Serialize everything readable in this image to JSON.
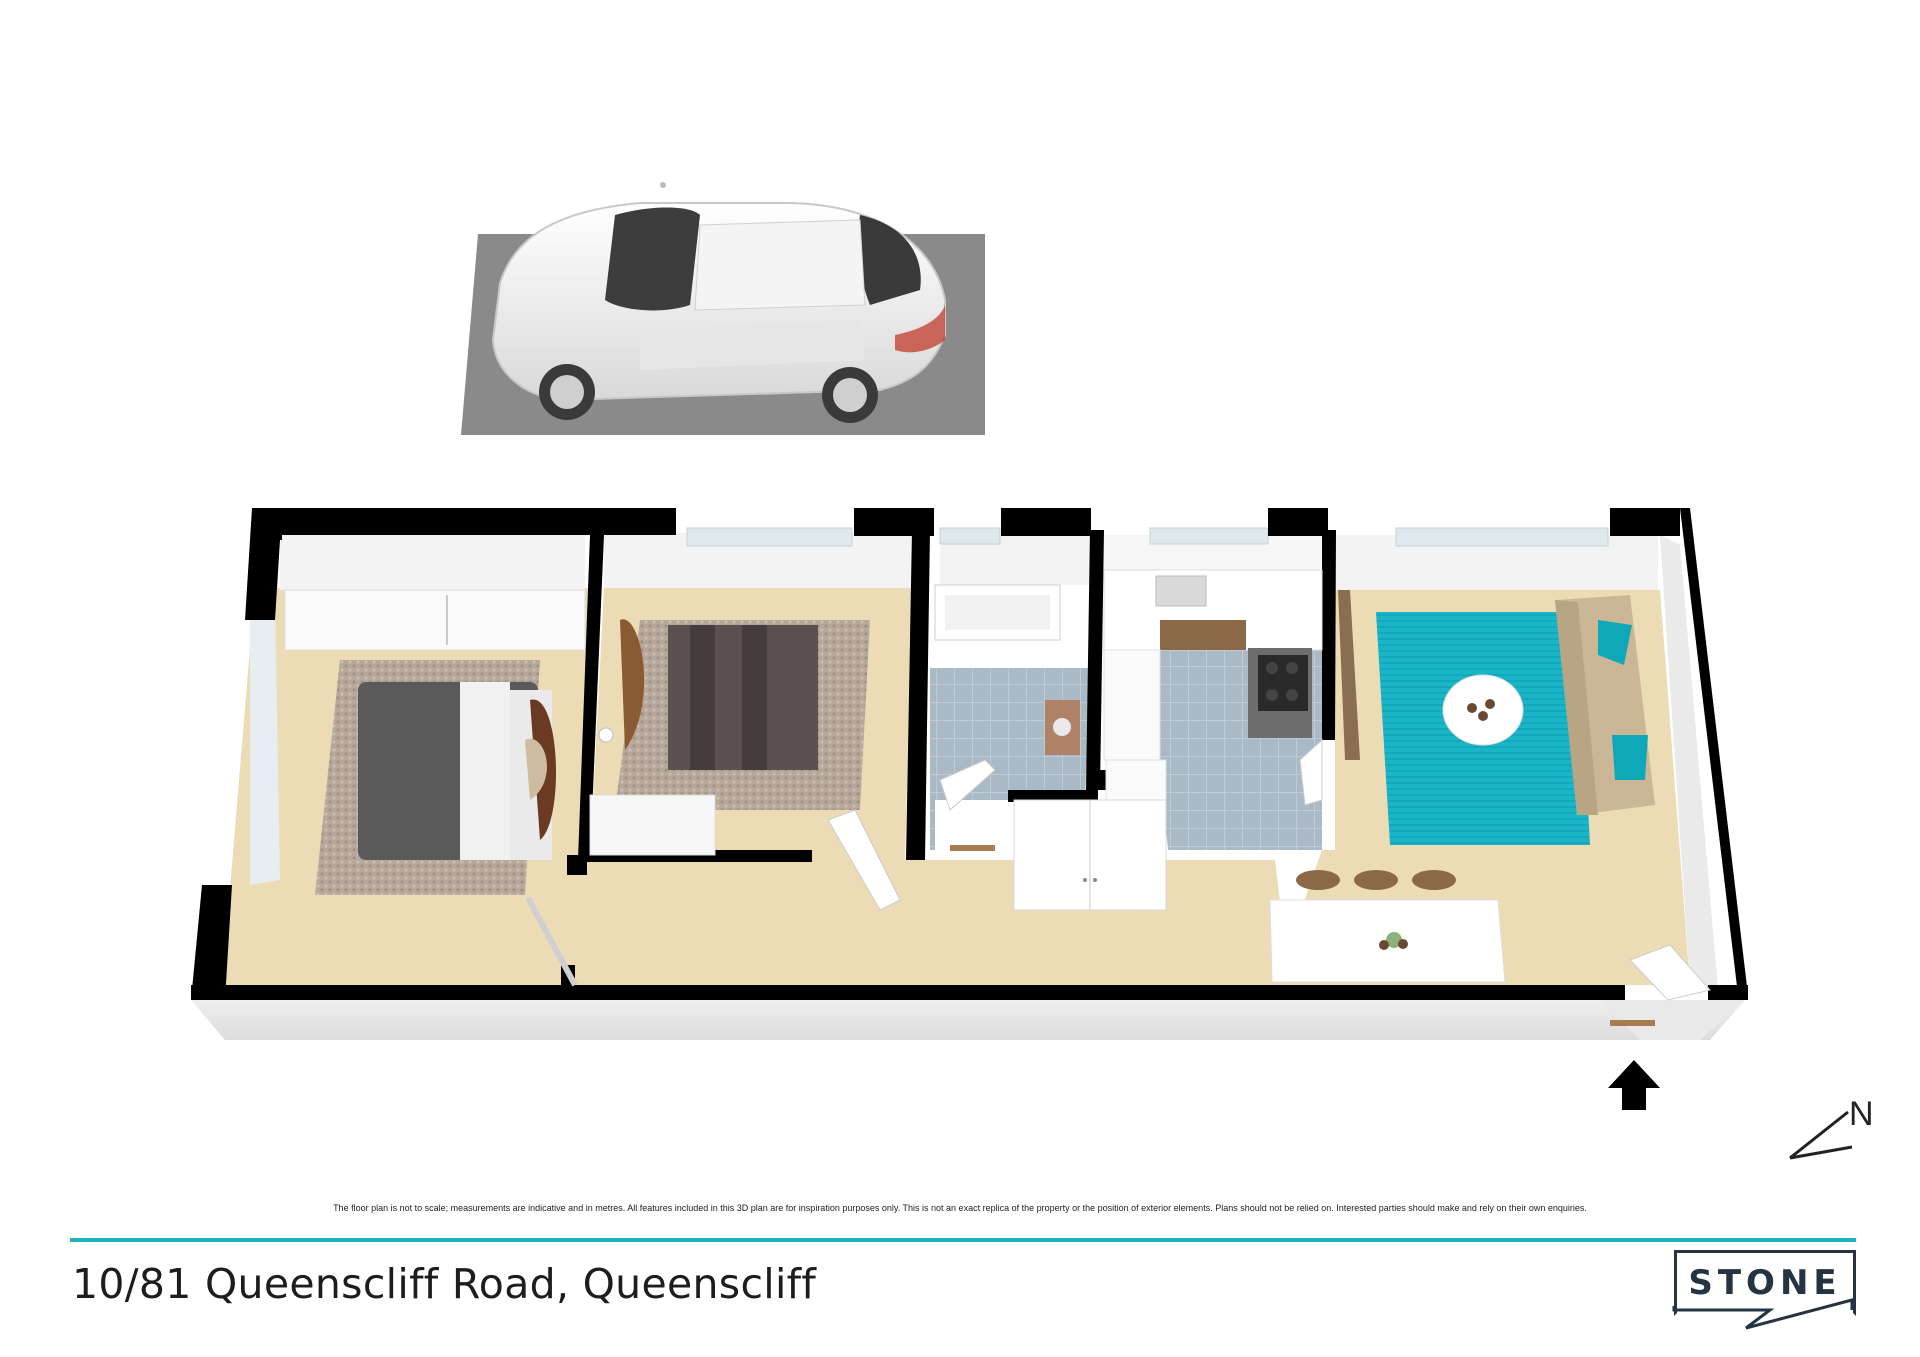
{
  "header": {
    "address": "10/81 Queenscliff Road, Queenscliff"
  },
  "disclaimer": "The floor plan is not to scale; measurements are indicative and in metres. All features included in this 3D plan are for inspiration purposes only. This is not an exact replica of the property or the position of exterior elements. Plans should not be relied on. Interested parties should make and rely on their own enquiries.",
  "logo": {
    "text": "STONE"
  },
  "compass": {
    "label": "N"
  },
  "colors": {
    "accent_teal": "#1fb3b5",
    "wall": "#000000",
    "floor_carpet": "#ecdcb6",
    "tile": "#a9bac6",
    "rug_teal": "#1ab6c8",
    "parking": "#8a8a8a",
    "logo": "#253443"
  }
}
